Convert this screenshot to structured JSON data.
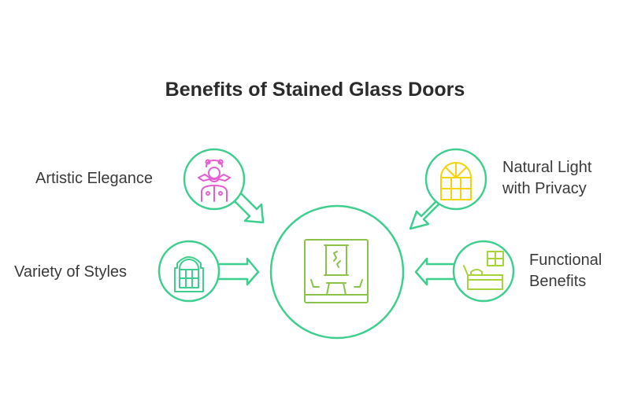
{
  "title": "Benefits of Stained Glass Doors",
  "center": {
    "icon": "stained-glass-door-icon",
    "color": "#8bc34a"
  },
  "benefits": [
    {
      "label": "Artistic Elegance",
      "icon": "ornate-figure-icon",
      "color": "#e45fd1"
    },
    {
      "label_line1": "Natural Light",
      "label_line2": "with Privacy",
      "icon": "arched-window-icon",
      "color": "#f2d40c"
    },
    {
      "label": "Variety of Styles",
      "icon": "arched-door-window-icon",
      "color": "#3ecf8e"
    },
    {
      "label_line1": "Functional",
      "label_line2": "Benefits",
      "icon": "bed-window-icon",
      "color": "#a6d43a"
    }
  ],
  "colors": {
    "outline": "#3ecf8e",
    "text": "#3a3a3a",
    "title": "#2b2b2b"
  }
}
